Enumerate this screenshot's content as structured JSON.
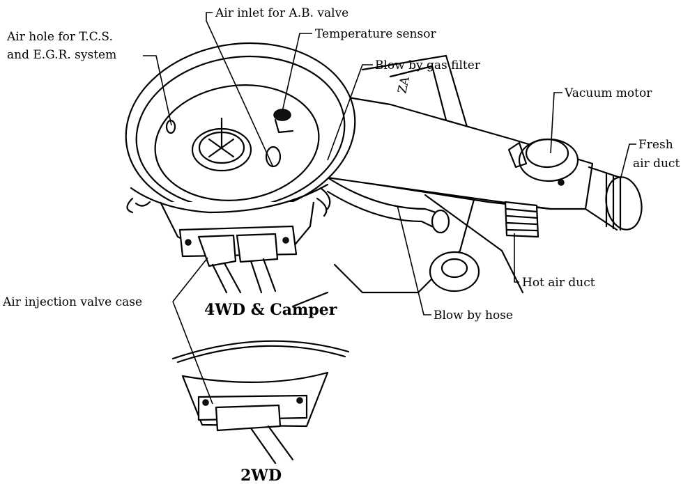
{
  "labels": {
    "air_inlet_ab_valve": "Air inlet for A.B. valve",
    "air_hole_line1": "Air hole for T.C.S.",
    "air_hole_line2": "and E.G.R. system",
    "temperature_sensor": "Temperature sensor",
    "blow_by_gas_filter": "Blow by gas filter",
    "vacuum_motor": "Vacuum motor",
    "fresh_air_duct_line1": "Fresh",
    "fresh_air_duct_line2": "air duct",
    "hot_air_duct": "Hot air duct",
    "blow_by_hose": "Blow by hose",
    "air_injection_valve_case": "Air injection valve case",
    "variant_4wd_camper": "4WD & Camper",
    "variant_2wd": "2WD",
    "part_marking": "ZA"
  }
}
